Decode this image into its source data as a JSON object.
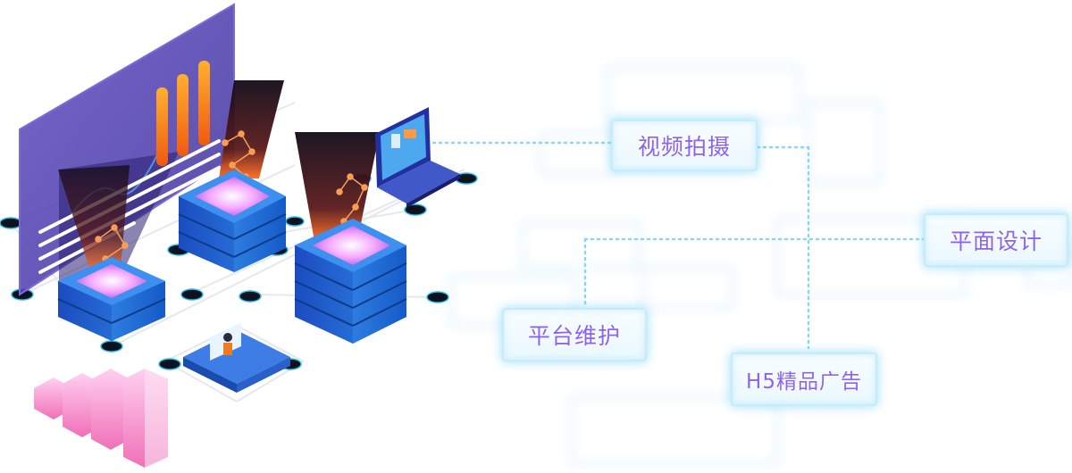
{
  "services": {
    "video": "视频拍摄",
    "graphic": "平面设计",
    "platform": "平台维护",
    "h5": "H5精品广告"
  },
  "colors": {
    "label_text": "#8a64f0",
    "label_glow": "#8fd8fa",
    "connector": "#8fd3f2",
    "server_blue": "#2a6fd8",
    "server_top": "#c868f0",
    "panel": "#4f3db0",
    "bar_orange": "#ff8a1a",
    "bar_pink": "#f06ab8"
  }
}
